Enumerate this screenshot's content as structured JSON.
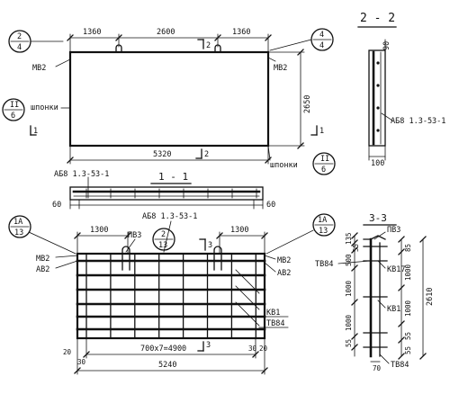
{
  "plan_view": {
    "dims_top": [
      "1360",
      "2600",
      "1360"
    ],
    "width_dim": "5320",
    "height_dim": "2650",
    "left_callout": {
      "label": "МВ2"
    },
    "right_callout": {
      "label": "МВ2"
    },
    "bubble_top_left": {
      "num": "2",
      "sheet": "4"
    },
    "bubble_top_right": {
      "num": "4",
      "sheet": "4"
    },
    "bubble_mid_left": {
      "num": "II",
      "sheet": "6"
    },
    "bubble_bottom_right": {
      "num": "II",
      "sheet": "6"
    },
    "key_label_left": "шпонки",
    "key_label_right": "шпонки",
    "cut_top": "2",
    "cut_bottom": "2",
    "cut_left": "1",
    "cut_right": "1"
  },
  "section_11": {
    "title": "1 - 1",
    "mesh_label": "АБ8 1.3-53-1",
    "left_dim": "60",
    "right_dim": "60"
  },
  "section_22": {
    "title": "2 - 2",
    "top_dim": "90",
    "bottom_dim": "100",
    "mesh_label": "АБ8 1.3-53-1"
  },
  "cage_view": {
    "mesh_label": "АБ8 1.3-53-1",
    "dims_top": [
      "1300",
      "1300"
    ],
    "bubble_left": {
      "num": "1А",
      "sheet": "13"
    },
    "bubble_mid": {
      "num": "2",
      "sheet": "13"
    },
    "bubble_right": {
      "num": "1А",
      "sheet": "13"
    },
    "labels_left": [
      "МВ2",
      "АВ2"
    ],
    "labels_right": [
      "МВ2",
      "АВ2"
    ],
    "label_pv3": "ПВ3",
    "label_kv1": "КВ1",
    "label_tv84": "ТВ84",
    "cut_top": "3",
    "cut_bottom": "3",
    "spacing_dim": "700х7=4900",
    "total_dim": "5240",
    "left_small_dims": [
      "20",
      "30"
    ],
    "right_small_dims": [
      "30",
      "20"
    ]
  },
  "section_33": {
    "title": "3-3",
    "top_label": "ПВ3",
    "left_label": "ТВ84",
    "right_labels": [
      "КВ17",
      "КВ1",
      "ТВ84"
    ],
    "left_dims": [
      "135",
      "55",
      "500",
      "1000",
      "1000",
      "55"
    ],
    "right_dims": [
      "85",
      "1000",
      "1000",
      "55",
      "55"
    ],
    "overall_dim": "2610",
    "bottom_dim": "70"
  }
}
